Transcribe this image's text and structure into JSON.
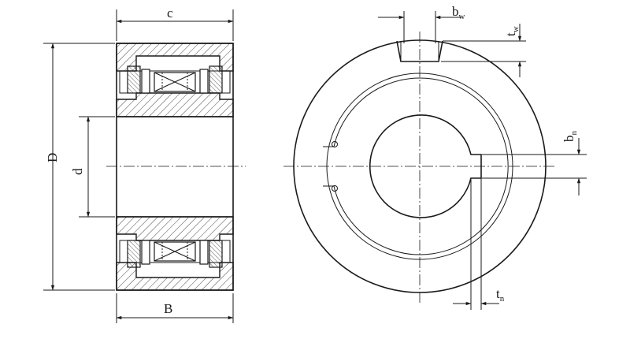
{
  "labels": {
    "c": "c",
    "B": "B",
    "D": "D",
    "d": "d",
    "bw_main": "b",
    "bw_sub": "w",
    "tw_main": "t",
    "tw_sub": "w",
    "bn_main": "b",
    "bn_sub": "n",
    "tn_main": "t",
    "tn_sub": "n"
  }
}
